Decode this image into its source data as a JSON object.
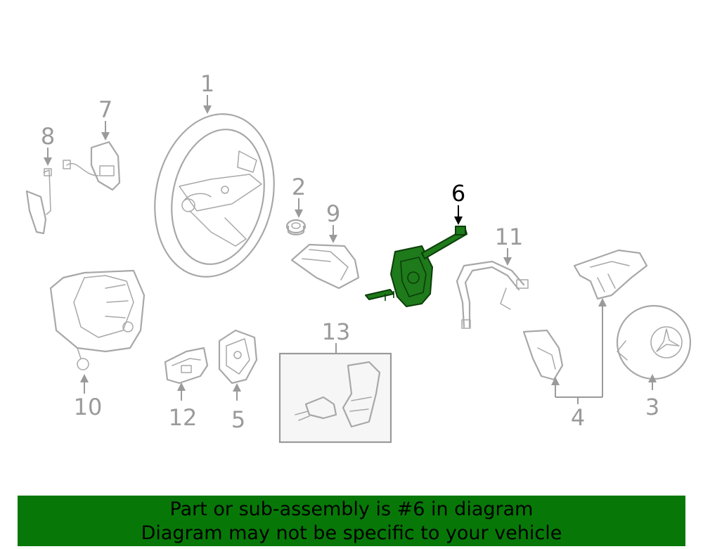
{
  "diagram": {
    "highlight_color": "#1e7a1a",
    "callouts": [
      {
        "id": "1",
        "label": "1"
      },
      {
        "id": "2",
        "label": "2"
      },
      {
        "id": "3",
        "label": "3"
      },
      {
        "id": "4",
        "label": "4"
      },
      {
        "id": "5",
        "label": "5"
      },
      {
        "id": "6",
        "label": "6",
        "highlighted": true
      },
      {
        "id": "7",
        "label": "7"
      },
      {
        "id": "8",
        "label": "8"
      },
      {
        "id": "9",
        "label": "9"
      },
      {
        "id": "10",
        "label": "10"
      },
      {
        "id": "11",
        "label": "11"
      },
      {
        "id": "12",
        "label": "12"
      },
      {
        "id": "13",
        "label": "13"
      }
    ]
  },
  "banner": {
    "background": "#077807",
    "line1": "Part or sub-assembly is #6 in diagram",
    "line2": "Diagram may not be specific to your vehicle"
  }
}
